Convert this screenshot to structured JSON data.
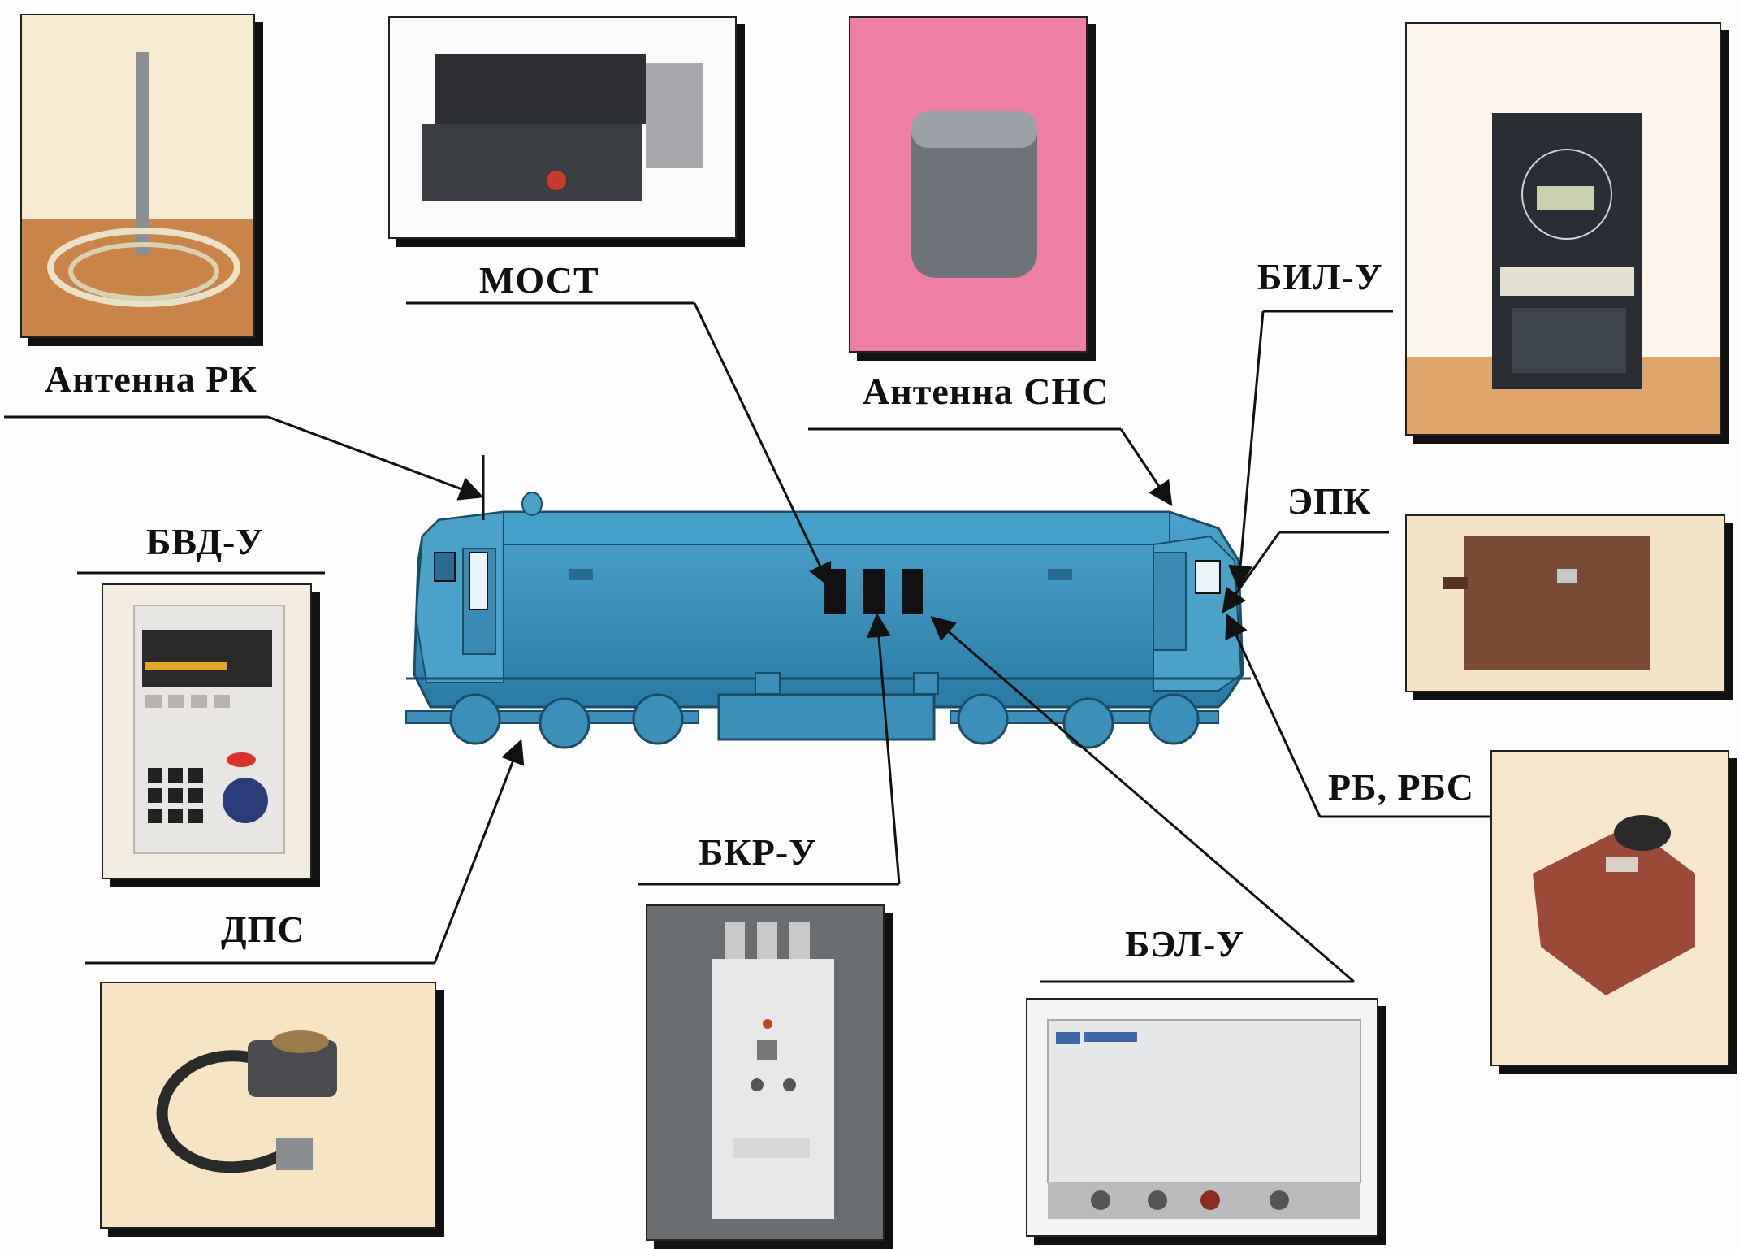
{
  "labels": {
    "antenna_rk": "Антенна РК",
    "most": "МОСТ",
    "antenna_sns": "Антенна СНС",
    "bil_u": "БИЛ-У",
    "epk": "ЭПК",
    "bvd_u": "БВД-У",
    "rb_rbs": "РБ, РБС",
    "dps": "ДПС",
    "bkr_u": "БКР-У",
    "bel_u": "БЭЛ-У"
  },
  "colors": {
    "locomotive": "#3b8fb8",
    "locomotive_dark": "#1f5e80",
    "outline": "#111111",
    "pink_bg": "#f07fa6"
  }
}
